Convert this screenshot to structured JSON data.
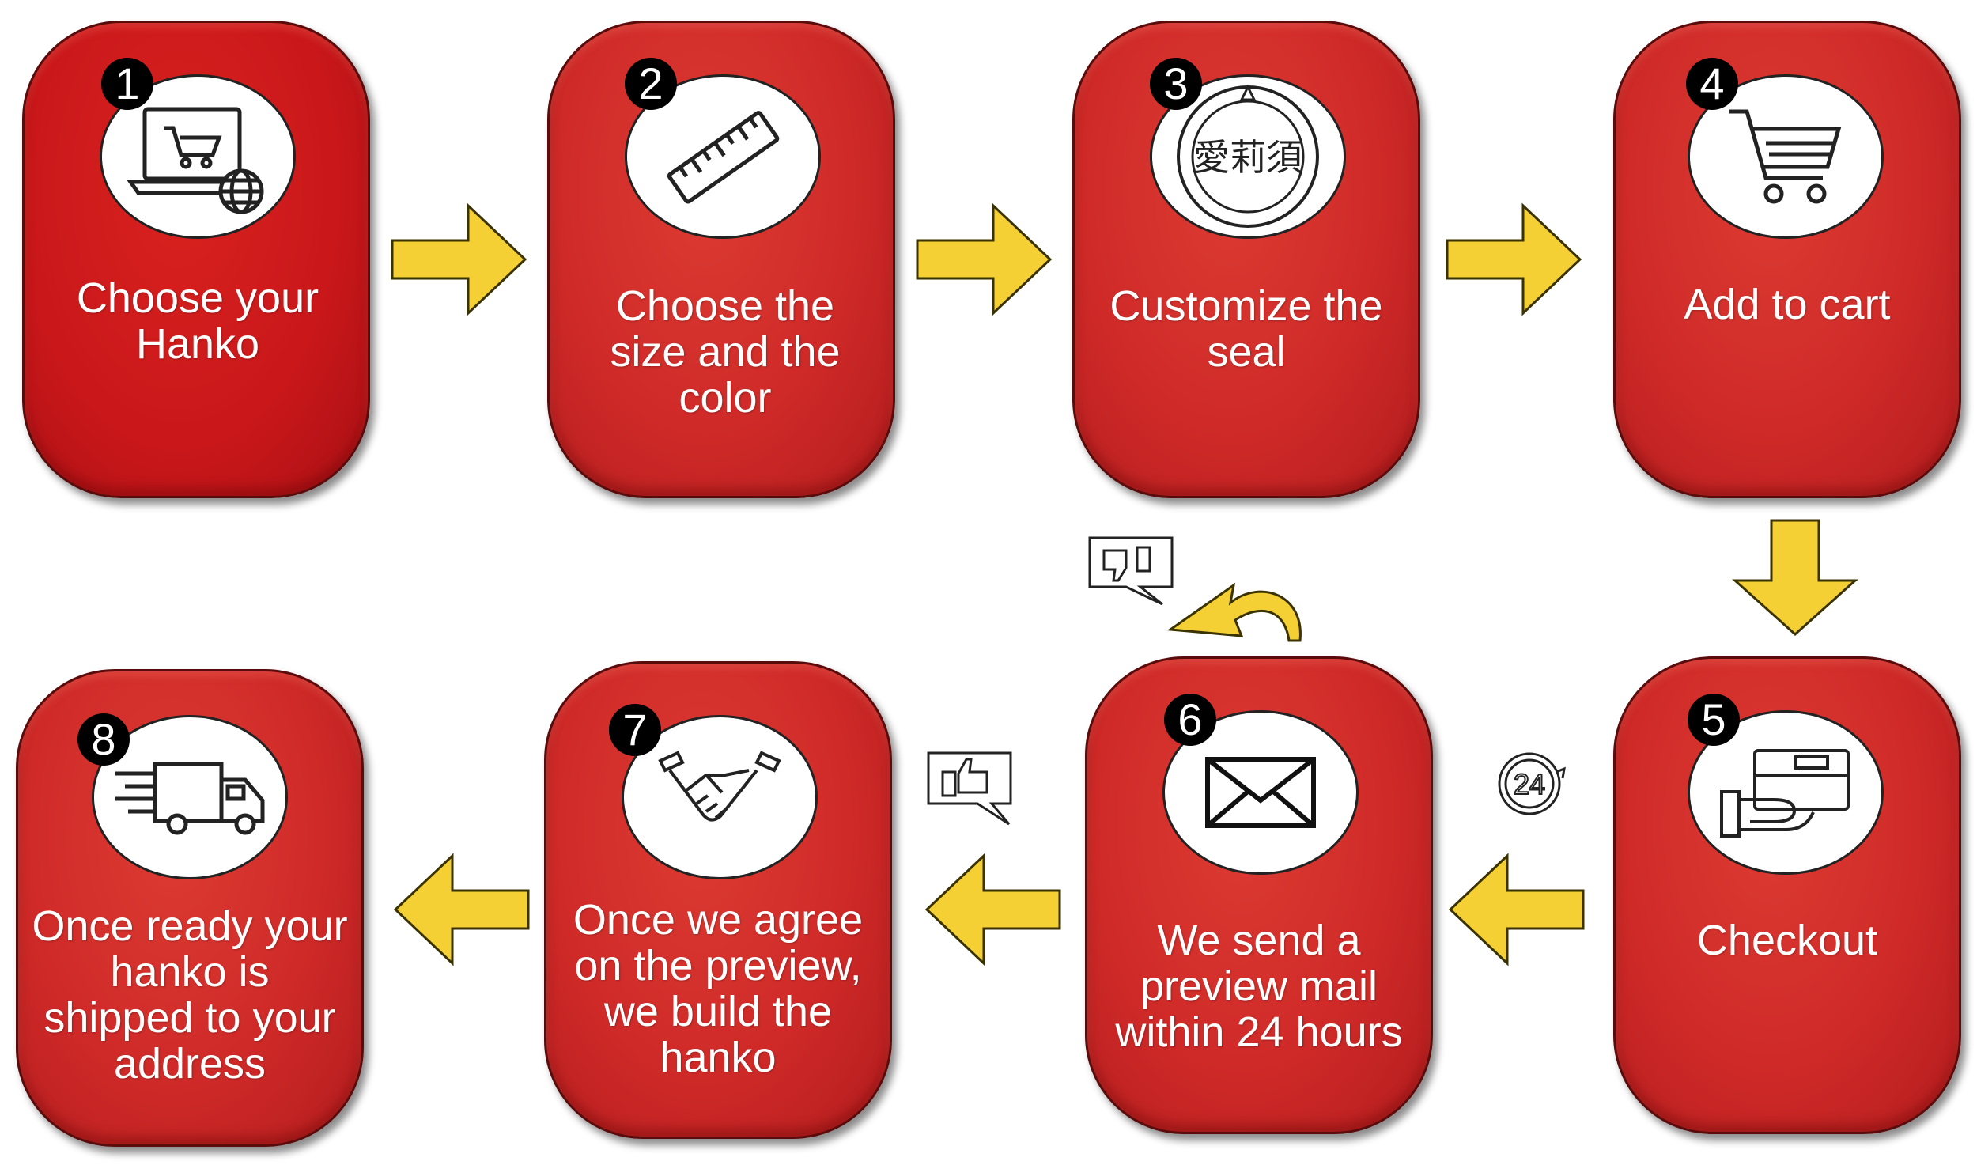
{
  "steps": [
    {
      "number": "1",
      "label": "Choose your Hanko",
      "icon": "laptop-cart-globe-icon"
    },
    {
      "number": "2",
      "label": "Choose the size and the color",
      "icon": "ruler-icon"
    },
    {
      "number": "3",
      "label": "Customize the seal",
      "icon": "seal-stamp-icon"
    },
    {
      "number": "4",
      "label": "Add to cart",
      "icon": "shopping-cart-icon"
    },
    {
      "number": "5",
      "label": "Checkout",
      "icon": "card-payment-icon"
    },
    {
      "number": "6",
      "label": "We send a preview  mail within 24 hours",
      "icon": "envelope-icon"
    },
    {
      "number": "7",
      "label": "Once we agree on the preview, we build the hanko",
      "icon": "handshake-icon"
    },
    {
      "number": "8",
      "label": "Once ready your hanko is shipped to your address",
      "icon": "delivery-truck-icon"
    }
  ],
  "seal_text": "愛莉須",
  "badge_24": "24",
  "colors": {
    "card": "#cf2a28",
    "arrow": "#f4d035",
    "badge": "#000000"
  }
}
